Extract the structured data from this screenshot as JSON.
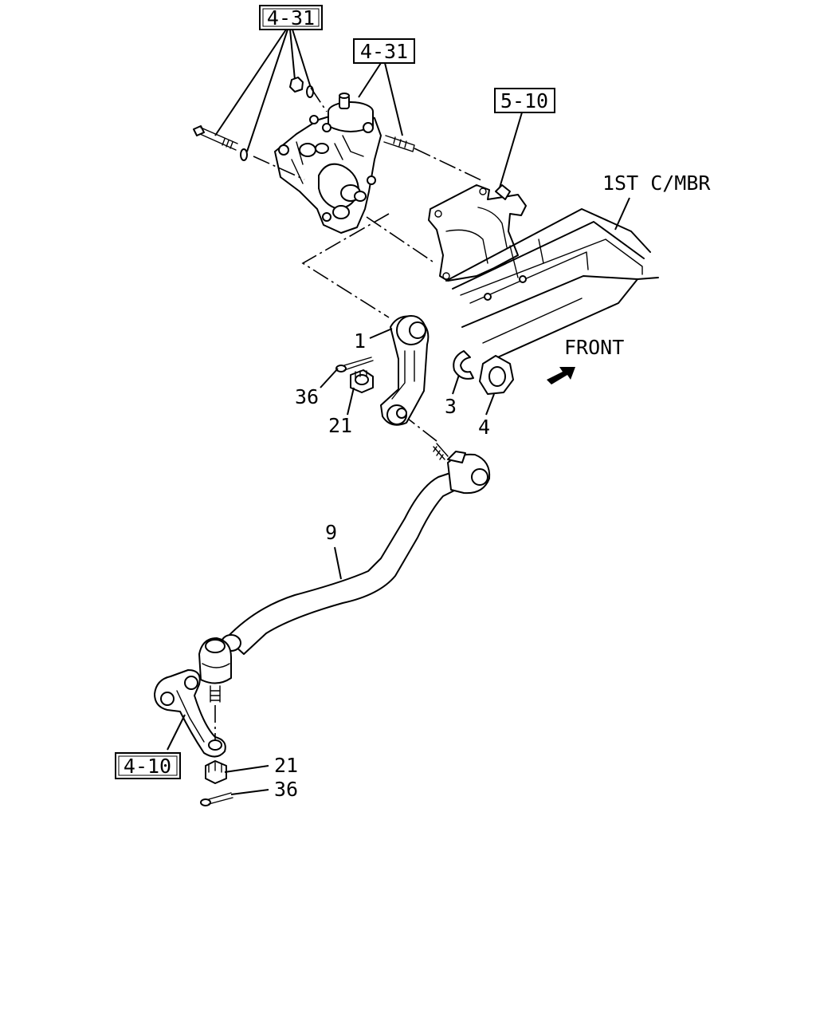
{
  "ref_boxes": {
    "a": "4-31",
    "b": "4-31",
    "c": "5-10",
    "d": "4-10"
  },
  "labels": {
    "crossmember": "1ST C/MBR",
    "front": "FRONT",
    "part_1": "1",
    "part_3": "3",
    "part_4": "4",
    "part_9": "9",
    "part_21_upper": "21",
    "part_36_upper": "36",
    "part_21_lower": "21",
    "part_36_lower": "36"
  }
}
